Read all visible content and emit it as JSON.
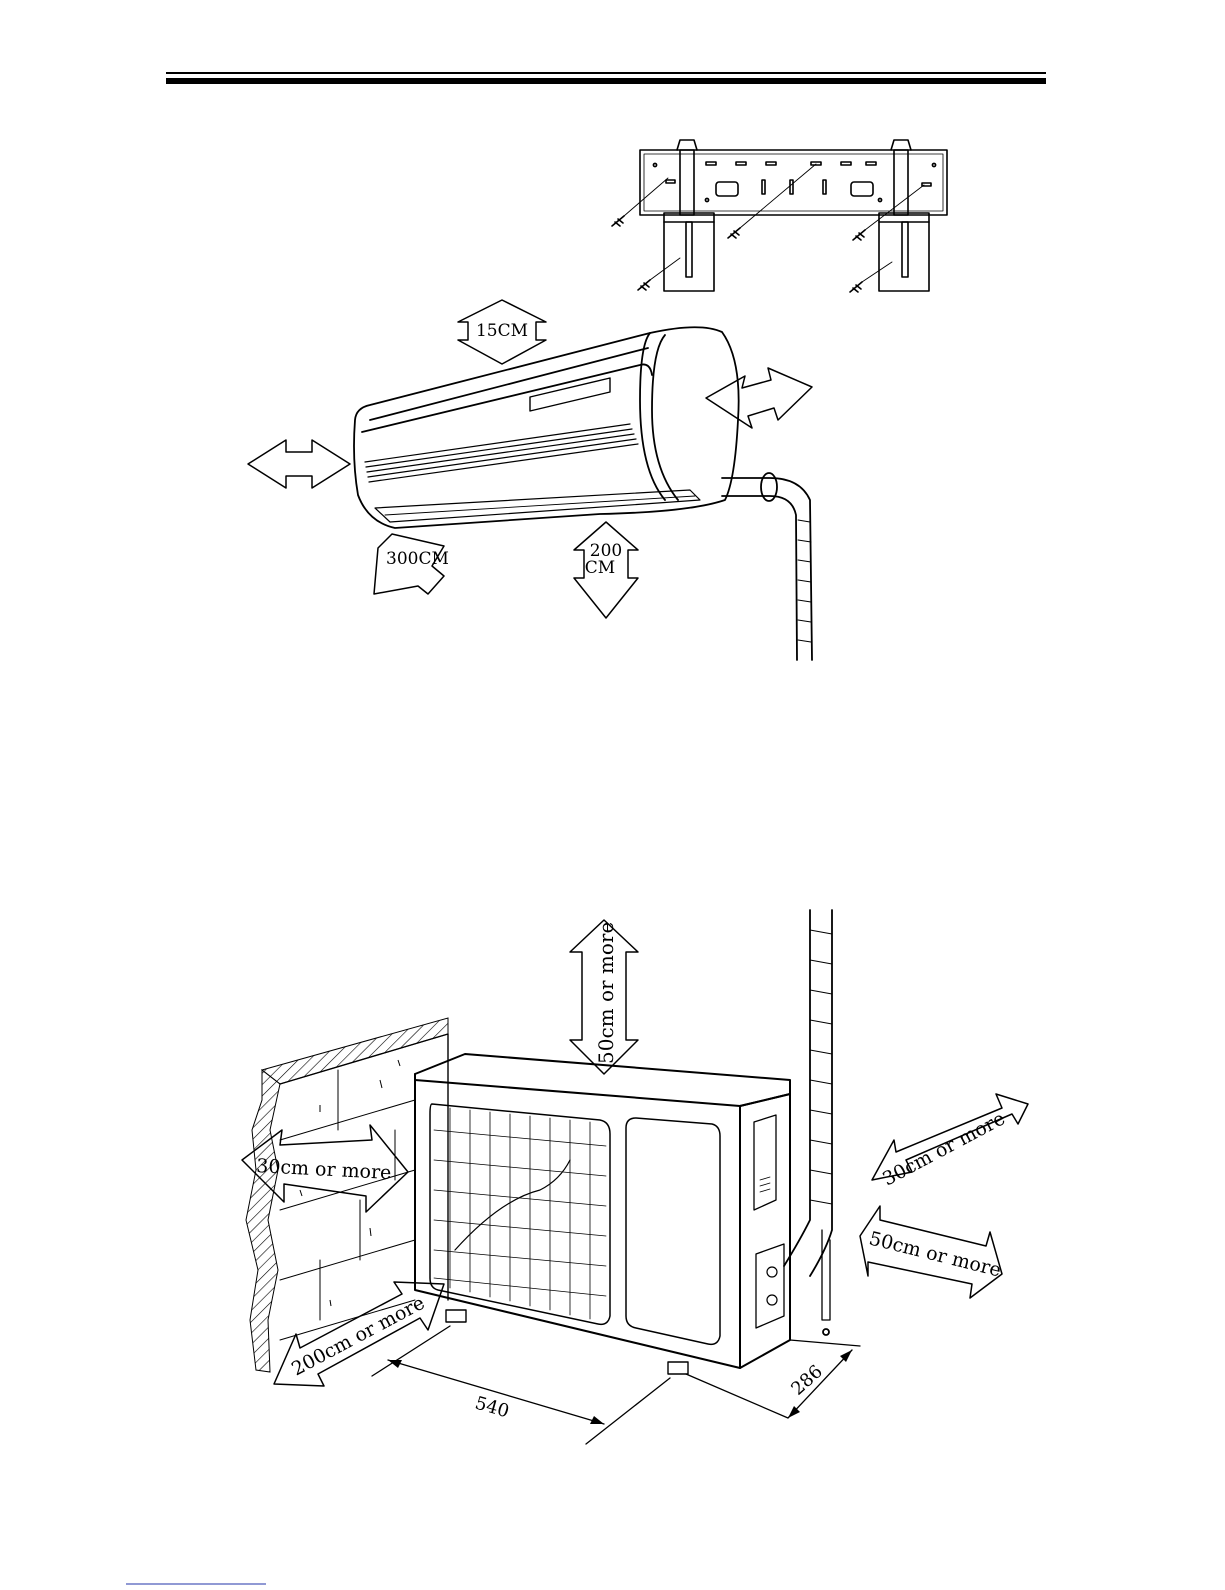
{
  "indoor": {
    "top_clearance": "15CM",
    "front_clearance": "300CM",
    "floor_clearance_line1": "200",
    "floor_clearance_line2": "CM"
  },
  "outdoor": {
    "top_clearance": "50cm or more",
    "left_clearance": "30cm or more",
    "front_clearance": "200cm or more",
    "right_back_clearance": "30cm or more",
    "right_side_clearance": "50cm or more",
    "width_dimension": "540",
    "depth_dimension": "286"
  }
}
